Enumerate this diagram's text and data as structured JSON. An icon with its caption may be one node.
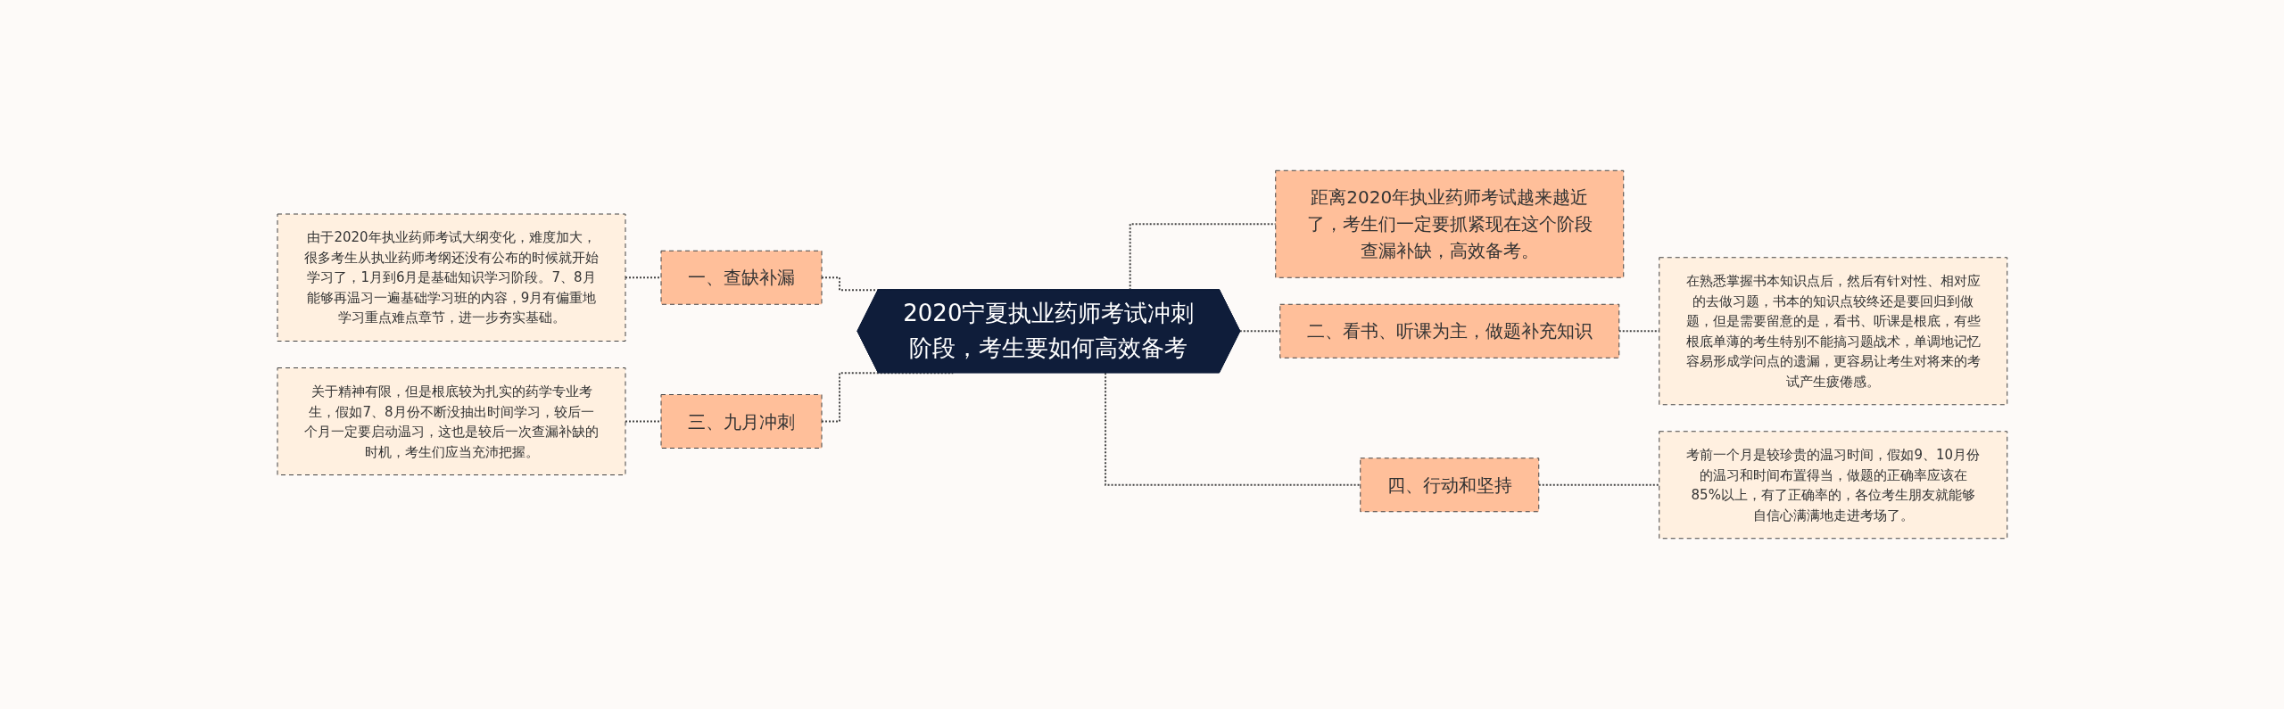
{
  "diagram": {
    "nodes": [
      {
        "text": [
          "2020宁夏执业药师考试冲刺阶段，考生要如何高效备考"
        ]
      },
      {
        "text": [
          "一、查缺补漏"
        ]
      },
      {
        "text": [
          "由于2020年执业药师考试大纲变化，难度加大，很多考生从执业药师考纲还没有公布的时候就开始学习了，1月到6月是基础知识学习阶段。7、8月能够再温习一遍基础学习班的内容，9月有偏重地学习重点难点章节，进一步夯实基础。"
        ]
      },
      {
        "text": [
          "三、九月冲刺"
        ]
      },
      {
        "text": [
          "关于精神有限，但是根底较为扎实的药学专业考生，假如7、8月份不断没抽出时间学习，较后一个月一定要启动温习，这也是较后一次查漏补缺的时机，考生们应当充沛把握。"
        ]
      },
      {
        "text": [
          "距离2020年执业药师考试越来越近了，考生们一定要抓紧现在这个阶段查漏补缺，高效备考。"
        ]
      },
      {
        "text": [
          "二、看书、听课为主，做题补充知识"
        ]
      },
      {
        "text": [
          "在熟悉掌握书本知识点后，然后有针对性、相对应的去做习题，书本的知识点较终还是要回归到做题，但是需要留意的是，看书、听课是根底，有些根底单薄的考生特别不能搞习题战术，单调地记忆容易形成学问点的遗漏，更容易让考生对将来的考试产生疲倦感。"
        ]
      },
      {
        "text": [
          "四、行动和坚持"
        ]
      },
      {
        "text": [
          "考前一个月是较珍贵的温习时间，假如9、10月份的温习和时间布置得当，做题的正确率应该在85%以上，有了正确率的，各位考生朋友就能够自信心满满地走进考场了。"
        ]
      }
    ],
    "edges": [
      {
        "from": 2,
        "to": 1,
        "arrow": "none",
        "style": "dashed"
      },
      {
        "from": 1,
        "to": 0,
        "arrow": "none",
        "style": "dashed"
      },
      {
        "from": 4,
        "to": 3,
        "arrow": "none",
        "style": "dashed"
      },
      {
        "from": 3,
        "to": 0,
        "arrow": "none",
        "style": "dashed"
      },
      {
        "from": 0,
        "to": 5,
        "arrow": "none",
        "style": "dashed"
      },
      {
        "from": 0,
        "to": 6,
        "arrow": "none",
        "style": "dashed"
      },
      {
        "from": 6,
        "to": 7,
        "arrow": "none",
        "style": "dashed"
      },
      {
        "from": 0,
        "to": 8,
        "arrow": "none",
        "style": "dashed"
      },
      {
        "from": 8,
        "to": 9,
        "arrow": "none",
        "style": "dashed"
      }
    ]
  }
}
